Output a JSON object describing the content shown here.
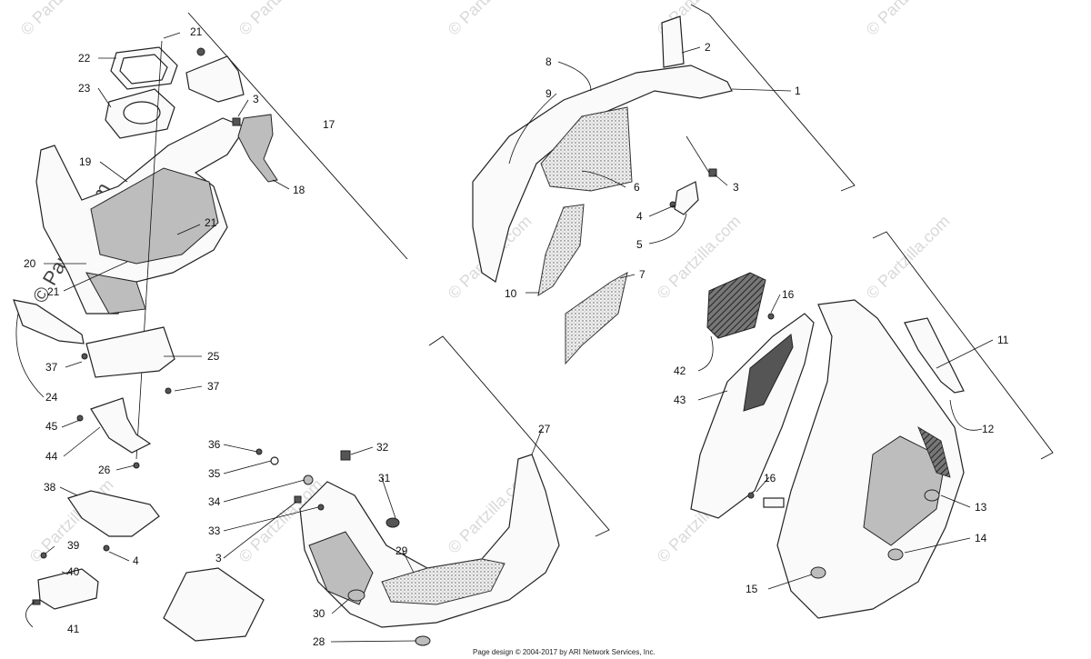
{
  "watermark": "© Partzilla.com",
  "footer": "Page design © 2004-2017 by ARI Network Services, Inc.",
  "callouts": {
    "c1": "1",
    "c2": "2",
    "c3a": "3",
    "c3b": "3",
    "c3c": "3",
    "c4a": "4",
    "c4b": "4",
    "c5": "5",
    "c6": "6",
    "c7": "7",
    "c8": "8",
    "c9": "9",
    "c10": "10",
    "c11": "11",
    "c12": "12",
    "c13": "13",
    "c14": "14",
    "c15": "15",
    "c16a": "16",
    "c16b": "16",
    "c17": "17",
    "c18": "18",
    "c19": "19",
    "c20": "20",
    "c21a": "21",
    "c21b": "21",
    "c21c": "21",
    "c22": "22",
    "c23": "23",
    "c24": "24",
    "c25": "25",
    "c26": "26",
    "c27": "27",
    "c28": "28",
    "c29": "29",
    "c30": "30",
    "c31": "31",
    "c32": "32",
    "c33": "33",
    "c34": "34",
    "c35": "35",
    "c36": "36",
    "c37a": "37",
    "c37b": "37",
    "c38": "38",
    "c39": "39",
    "c40": "40",
    "c41": "41",
    "c42": "42",
    "c43": "43",
    "c44": "44",
    "c45": "45"
  }
}
